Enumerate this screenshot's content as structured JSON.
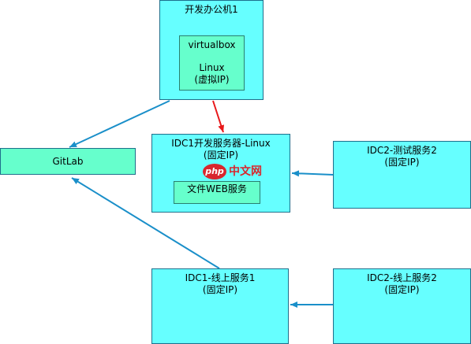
{
  "nodes": {
    "dev_pc": {
      "title": "开发办公机1"
    },
    "virtualbox": {
      "title": "virtualbox",
      "os": "Linux",
      "ip": "(虚拟IP)"
    },
    "gitlab": {
      "title": "GitLab"
    },
    "idc1_dev": {
      "title": "IDC1开发服务器-Linux",
      "ip": "(固定IP)"
    },
    "file_web": {
      "title": "文件WEB服务"
    },
    "idc2_test": {
      "title": "IDC2-测试服务2",
      "ip": "(固定IP)"
    },
    "idc1_prod": {
      "title": "IDC1-线上服务1",
      "ip": "(固定IP)"
    },
    "idc2_prod": {
      "title": "IDC2-线上服务2",
      "ip": "(固定IP)"
    }
  },
  "watermark": {
    "php": "php",
    "text": "中文网"
  },
  "colors": {
    "server_fill": "#66ffff",
    "service_fill": "#66ffcc",
    "arrow_blue": "#1a8fc9",
    "arrow_red": "#e8181a"
  },
  "edges": [
    {
      "from": "dev_pc",
      "to": "gitlab",
      "color": "blue"
    },
    {
      "from": "dev_pc",
      "to": "idc1_dev",
      "color": "red"
    },
    {
      "from": "idc2_test",
      "to": "idc1_dev",
      "color": "blue"
    },
    {
      "from": "idc1_prod",
      "to": "gitlab",
      "color": "blue"
    },
    {
      "from": "idc2_prod",
      "to": "idc1_prod",
      "color": "blue"
    }
  ]
}
